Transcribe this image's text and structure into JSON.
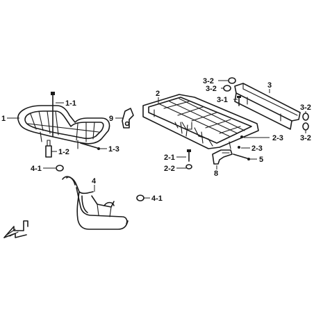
{
  "diagram": {
    "callouts": {
      "c1": "1",
      "c1_1": "1-1",
      "c1_2": "1-2",
      "c1_3": "1-3",
      "c2": "2",
      "c2_1": "2-1",
      "c2_2": "2-2",
      "c2_3a": "2-3",
      "c2_3b": "2-3",
      "c3": "3",
      "c3_1": "3-1",
      "c3_2a": "3-2",
      "c3_2b": "3-2",
      "c3_2c": "3-2",
      "c3_2d": "3-2",
      "c4": "4",
      "c4_1a": "4-1",
      "c4_1b": "4-1",
      "c5": "5",
      "c8": "8",
      "c9": "9"
    }
  }
}
